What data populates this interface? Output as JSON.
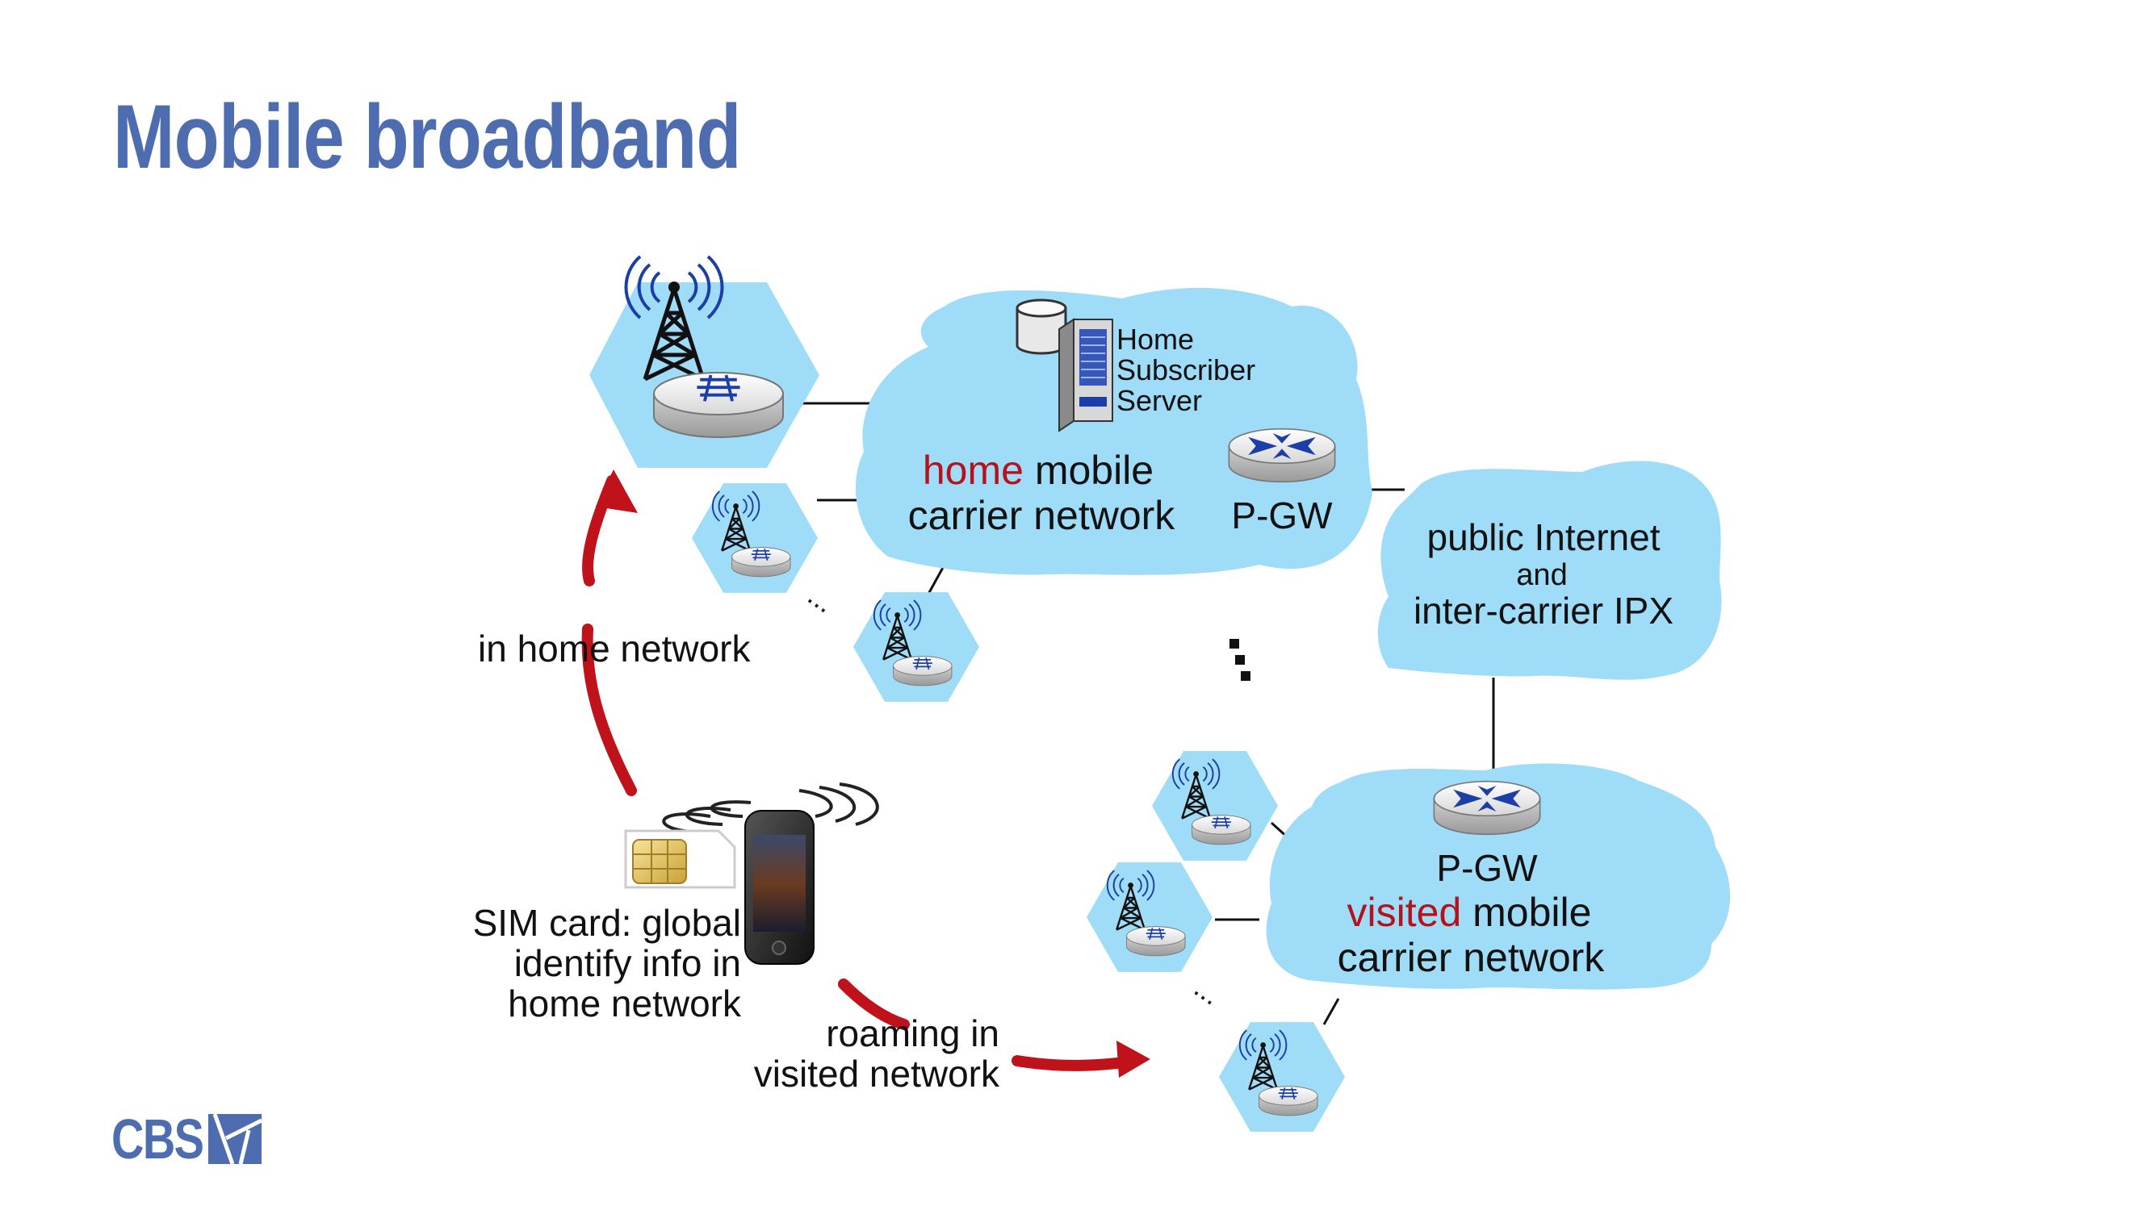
{
  "title": "Mobile broadband",
  "colors": {
    "title": "#4d6db0",
    "cloud": "#9fdcf8",
    "highlight": "#b5121b",
    "arrow": "#c0121b",
    "router_icon": "#1c3ea8"
  },
  "labels": {
    "hss": [
      "Home",
      "Subscriber",
      "Server"
    ],
    "home_network": {
      "highlight": "home",
      "rest_line1": " mobile",
      "line2": "carrier network"
    },
    "home_pgw": "P-GW",
    "internet": {
      "line1": "public Internet",
      "line2": "and",
      "line3": "inter-carrier IPX"
    },
    "visited_pgw": "P-GW",
    "visited_network": {
      "highlight": "visited",
      "rest_line1": " mobile",
      "line2": "carrier network"
    },
    "in_home": "in home network",
    "sim": [
      "SIM card: global",
      "identify info in",
      "home network"
    ],
    "roaming": [
      "roaming in",
      "visited network"
    ],
    "ellipsis": "..."
  },
  "icons": [
    "cell-tower-icon",
    "router-icon",
    "database-icon",
    "server-icon",
    "smartphone-icon",
    "sim-card-icon",
    "signal-waves-icon"
  ],
  "logo": {
    "text": "CBS"
  }
}
